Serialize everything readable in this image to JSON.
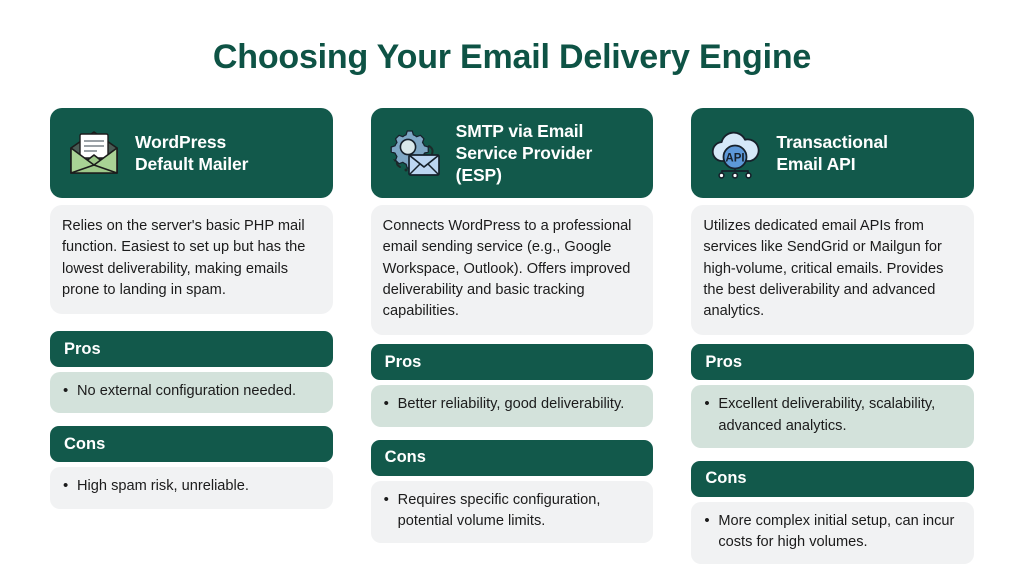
{
  "title": "Choosing Your Email Delivery Engine",
  "theme": {
    "header_green": "#12594b",
    "title_green": "#0e5345",
    "body_gray": "#f1f2f3",
    "pros_mint": "#d3e2db",
    "text_dark": "#1b1b1b",
    "page_background": "#ffffff"
  },
  "labels": {
    "pros": "Pros",
    "cons": "Cons"
  },
  "cards": [
    {
      "icon": "open-envelope-icon",
      "title": "WordPress Default Mailer",
      "title_line1": "WordPress",
      "title_line2": "Default Mailer",
      "description": "Relies on the server's basic PHP mail function. Easiest to set up but has the lowest deliverability, making emails prone to landing in spam.",
      "pros": [
        "No external configuration needed."
      ],
      "cons": [
        "High spam risk, unreliable."
      ]
    },
    {
      "icon": "gear-envelope-icon",
      "title": "SMTP via Email Service Provider (ESP)",
      "title_line1": "SMTP via Email",
      "title_line2": "Service Provider",
      "title_line3": "(ESP)",
      "description": "Connects WordPress to a professional email sending service (e.g., Google Workspace, Outlook). Offers improved deliverability and basic tracking capabilities.",
      "pros": [
        "Better reliability, good deliverability."
      ],
      "cons": [
        "Requires specific configuration, potential volume limits."
      ]
    },
    {
      "icon": "cloud-api-icon",
      "title": "Transactional Email API",
      "title_line1": "Transactional",
      "title_line2": "Email API",
      "icon_badge_text": "API",
      "description": "Utilizes dedicated email APIs from services like SendGrid or Mailgun for high-volume, critical emails. Provides the best deliverability and advanced analytics.",
      "pros": [
        "Excellent deliverability, scalability, advanced analytics."
      ],
      "cons": [
        "More complex initial setup, can incur costs for high volumes."
      ]
    }
  ]
}
